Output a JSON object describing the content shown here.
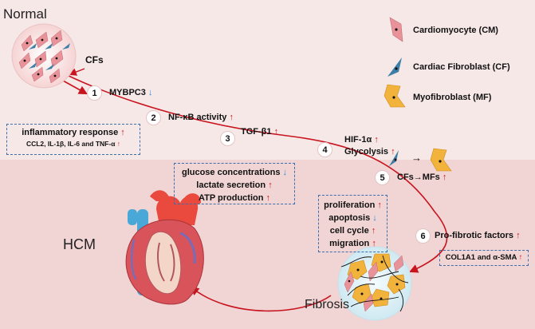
{
  "labels": {
    "normal": "Normal",
    "hcm": "HCM",
    "fibrosis": "Fibrosis",
    "cfs": "CFs"
  },
  "legend": [
    {
      "label": "Cardiomyocyte (CM)",
      "color": "#e8939a"
    },
    {
      "label": "Cardiac Fibroblast (CF)",
      "color": "#3d7fa6"
    },
    {
      "label": "Myofibroblast (MF)",
      "color": "#f2b33d"
    }
  ],
  "steps": [
    {
      "num": "1",
      "text": "MYBPC3",
      "arrow": "↓",
      "dir": "down"
    },
    {
      "num": "2",
      "text": "NF-κB activity",
      "arrow": "↑",
      "dir": "up"
    },
    {
      "num": "3",
      "text": "TGF-β1",
      "arrow": "↑",
      "dir": "up"
    },
    {
      "num": "4",
      "text1": "HIF-1α",
      "text2": "Glycolysis",
      "arrow": "↑",
      "dir": "up"
    },
    {
      "num": "5",
      "text": "CFs→MFs",
      "arrow": "↑",
      "dir": "up",
      "transition_arrow": "→"
    },
    {
      "num": "6",
      "text": "Pro-fibrotic factors",
      "arrow": "↑",
      "dir": "up"
    }
  ],
  "boxes": {
    "inflammatory": {
      "line1": "inflammatory response",
      "line2": "CCL2, IL-1β, IL-6 and TNF-α",
      "arrow": "↑"
    },
    "glucose": {
      "items": [
        {
          "text": "glucose concentrations",
          "arrow": "↓",
          "dir": "down"
        },
        {
          "text": "lactate secretion",
          "arrow": "↑",
          "dir": "up"
        },
        {
          "text": "ATP production",
          "arrow": "↑",
          "dir": "up"
        }
      ]
    },
    "proliferation": {
      "items": [
        {
          "text": "proliferation",
          "arrow": "↑",
          "dir": "up"
        },
        {
          "text": "apoptosis",
          "arrow": "↓",
          "dir": "down"
        },
        {
          "text": "cell cycle",
          "arrow": "↑",
          "dir": "up"
        },
        {
          "text": "migration",
          "arrow": "↑",
          "dir": "up"
        }
      ]
    },
    "col": {
      "text": "COL1A1 and α-SMA",
      "arrow": "↑"
    }
  },
  "colors": {
    "pathway": "#c8141e",
    "dash": "#3c6fae",
    "cm": "#e8939a",
    "cf": "#3d7fa6",
    "mf": "#f2b33d"
  }
}
